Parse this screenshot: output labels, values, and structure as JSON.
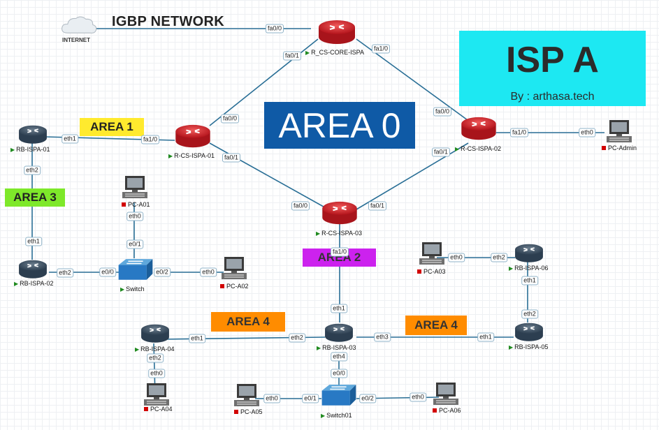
{
  "diagram_title": "IGBP NETWORK",
  "banner": {
    "title": "ISP A",
    "subtitle": "By : arthasa.tech",
    "color": "#1de8f2"
  },
  "areas": {
    "area0": "AREA 0",
    "area1": "AREA 1",
    "area2": "AREA 2",
    "area3": "AREA 3",
    "area4_left": "AREA 4",
    "area4_right": "AREA 4"
  },
  "area_colors": {
    "area0": "#0f5aa6",
    "area1": "#ffea2e",
    "area2": "#cc22ee",
    "area3": "#7ee82a",
    "area4": "#ff8c00"
  },
  "devices": {
    "internet": {
      "name": "INTERNET",
      "icon": "cloud-icon"
    },
    "core": {
      "name": "R_CS-CORE-ISPA",
      "icon": "router-icon"
    },
    "rcs01": {
      "name": "R-CS-ISPA-01",
      "icon": "router-icon"
    },
    "rcs02": {
      "name": "R-CS-ISPA-02",
      "icon": "router-icon"
    },
    "rcs03": {
      "name": "R-CS-ISPA-03",
      "icon": "router-icon"
    },
    "rb01": {
      "name": "RB-ISPA-01",
      "icon": "router-icon"
    },
    "rb02": {
      "name": "RB-ISPA-02",
      "icon": "router-icon"
    },
    "rb03": {
      "name": "RB-ISPA-03",
      "icon": "router-icon"
    },
    "rb04": {
      "name": "RB-ISPA-04",
      "icon": "router-icon"
    },
    "rb05": {
      "name": "RB-ISPA-05",
      "icon": "router-icon"
    },
    "rb06": {
      "name": "RB-ISPA-06",
      "icon": "router-icon"
    },
    "switch": {
      "name": "Switch",
      "icon": "switch-icon"
    },
    "switch01": {
      "name": "Switch01",
      "icon": "switch-icon"
    },
    "pcadmin": {
      "name": "PC-Admin",
      "icon": "pc-icon"
    },
    "pca01": {
      "name": "PC-A01",
      "icon": "pc-icon"
    },
    "pca02": {
      "name": "PC-A02",
      "icon": "pc-icon"
    },
    "pca03": {
      "name": "PC-A03",
      "icon": "pc-icon"
    },
    "pca04": {
      "name": "PC-A04",
      "icon": "pc-icon"
    },
    "pca05": {
      "name": "PC-A05",
      "icon": "pc-icon"
    },
    "pca06": {
      "name": "PC-A06",
      "icon": "pc-icon"
    }
  },
  "ports": {
    "inet_core": "fa0/0",
    "core_fa01": "fa0/1",
    "core_fa10": "fa1/0",
    "rcs01_fa00": "fa0/0",
    "rcs01_fa10": "fa1/0",
    "rcs01_fa01": "fa0/1",
    "rcs02_fa00": "fa0/0",
    "rcs02_fa10": "fa1/0",
    "rcs02_fa01": "fa0/1",
    "pcadmin_eth0": "eth0",
    "rcs03_fa00": "fa0/0",
    "rcs03_fa01": "fa0/1",
    "rcs03_fa10": "fa1/0",
    "rb01_eth1": "eth1",
    "rb01_eth2": "eth2",
    "rb02_eth1": "eth1",
    "rb02_eth2": "eth2",
    "sw_e00": "e0/0",
    "sw_e01": "e0/1",
    "sw_e02": "e0/2",
    "pca01_eth0": "eth0",
    "pca02_eth0": "eth0",
    "rb03_eth1": "eth1",
    "rb03_eth2": "eth2",
    "rb03_eth3": "eth3",
    "rb03_eth4": "eth4",
    "rb04_eth1": "eth1",
    "rb04_eth2": "eth2",
    "pca04_eth0": "eth0",
    "rb05_eth1": "eth1",
    "rb05_eth2": "eth2",
    "rb06_eth1": "eth1",
    "rb06_eth2": "eth2",
    "pca03_eth0": "eth0",
    "sw01_e00": "e0/0",
    "sw01_e01": "e0/1",
    "sw01_e02": "e0/2",
    "pca05_eth0": "eth0",
    "pca06_eth0": "eth0"
  }
}
